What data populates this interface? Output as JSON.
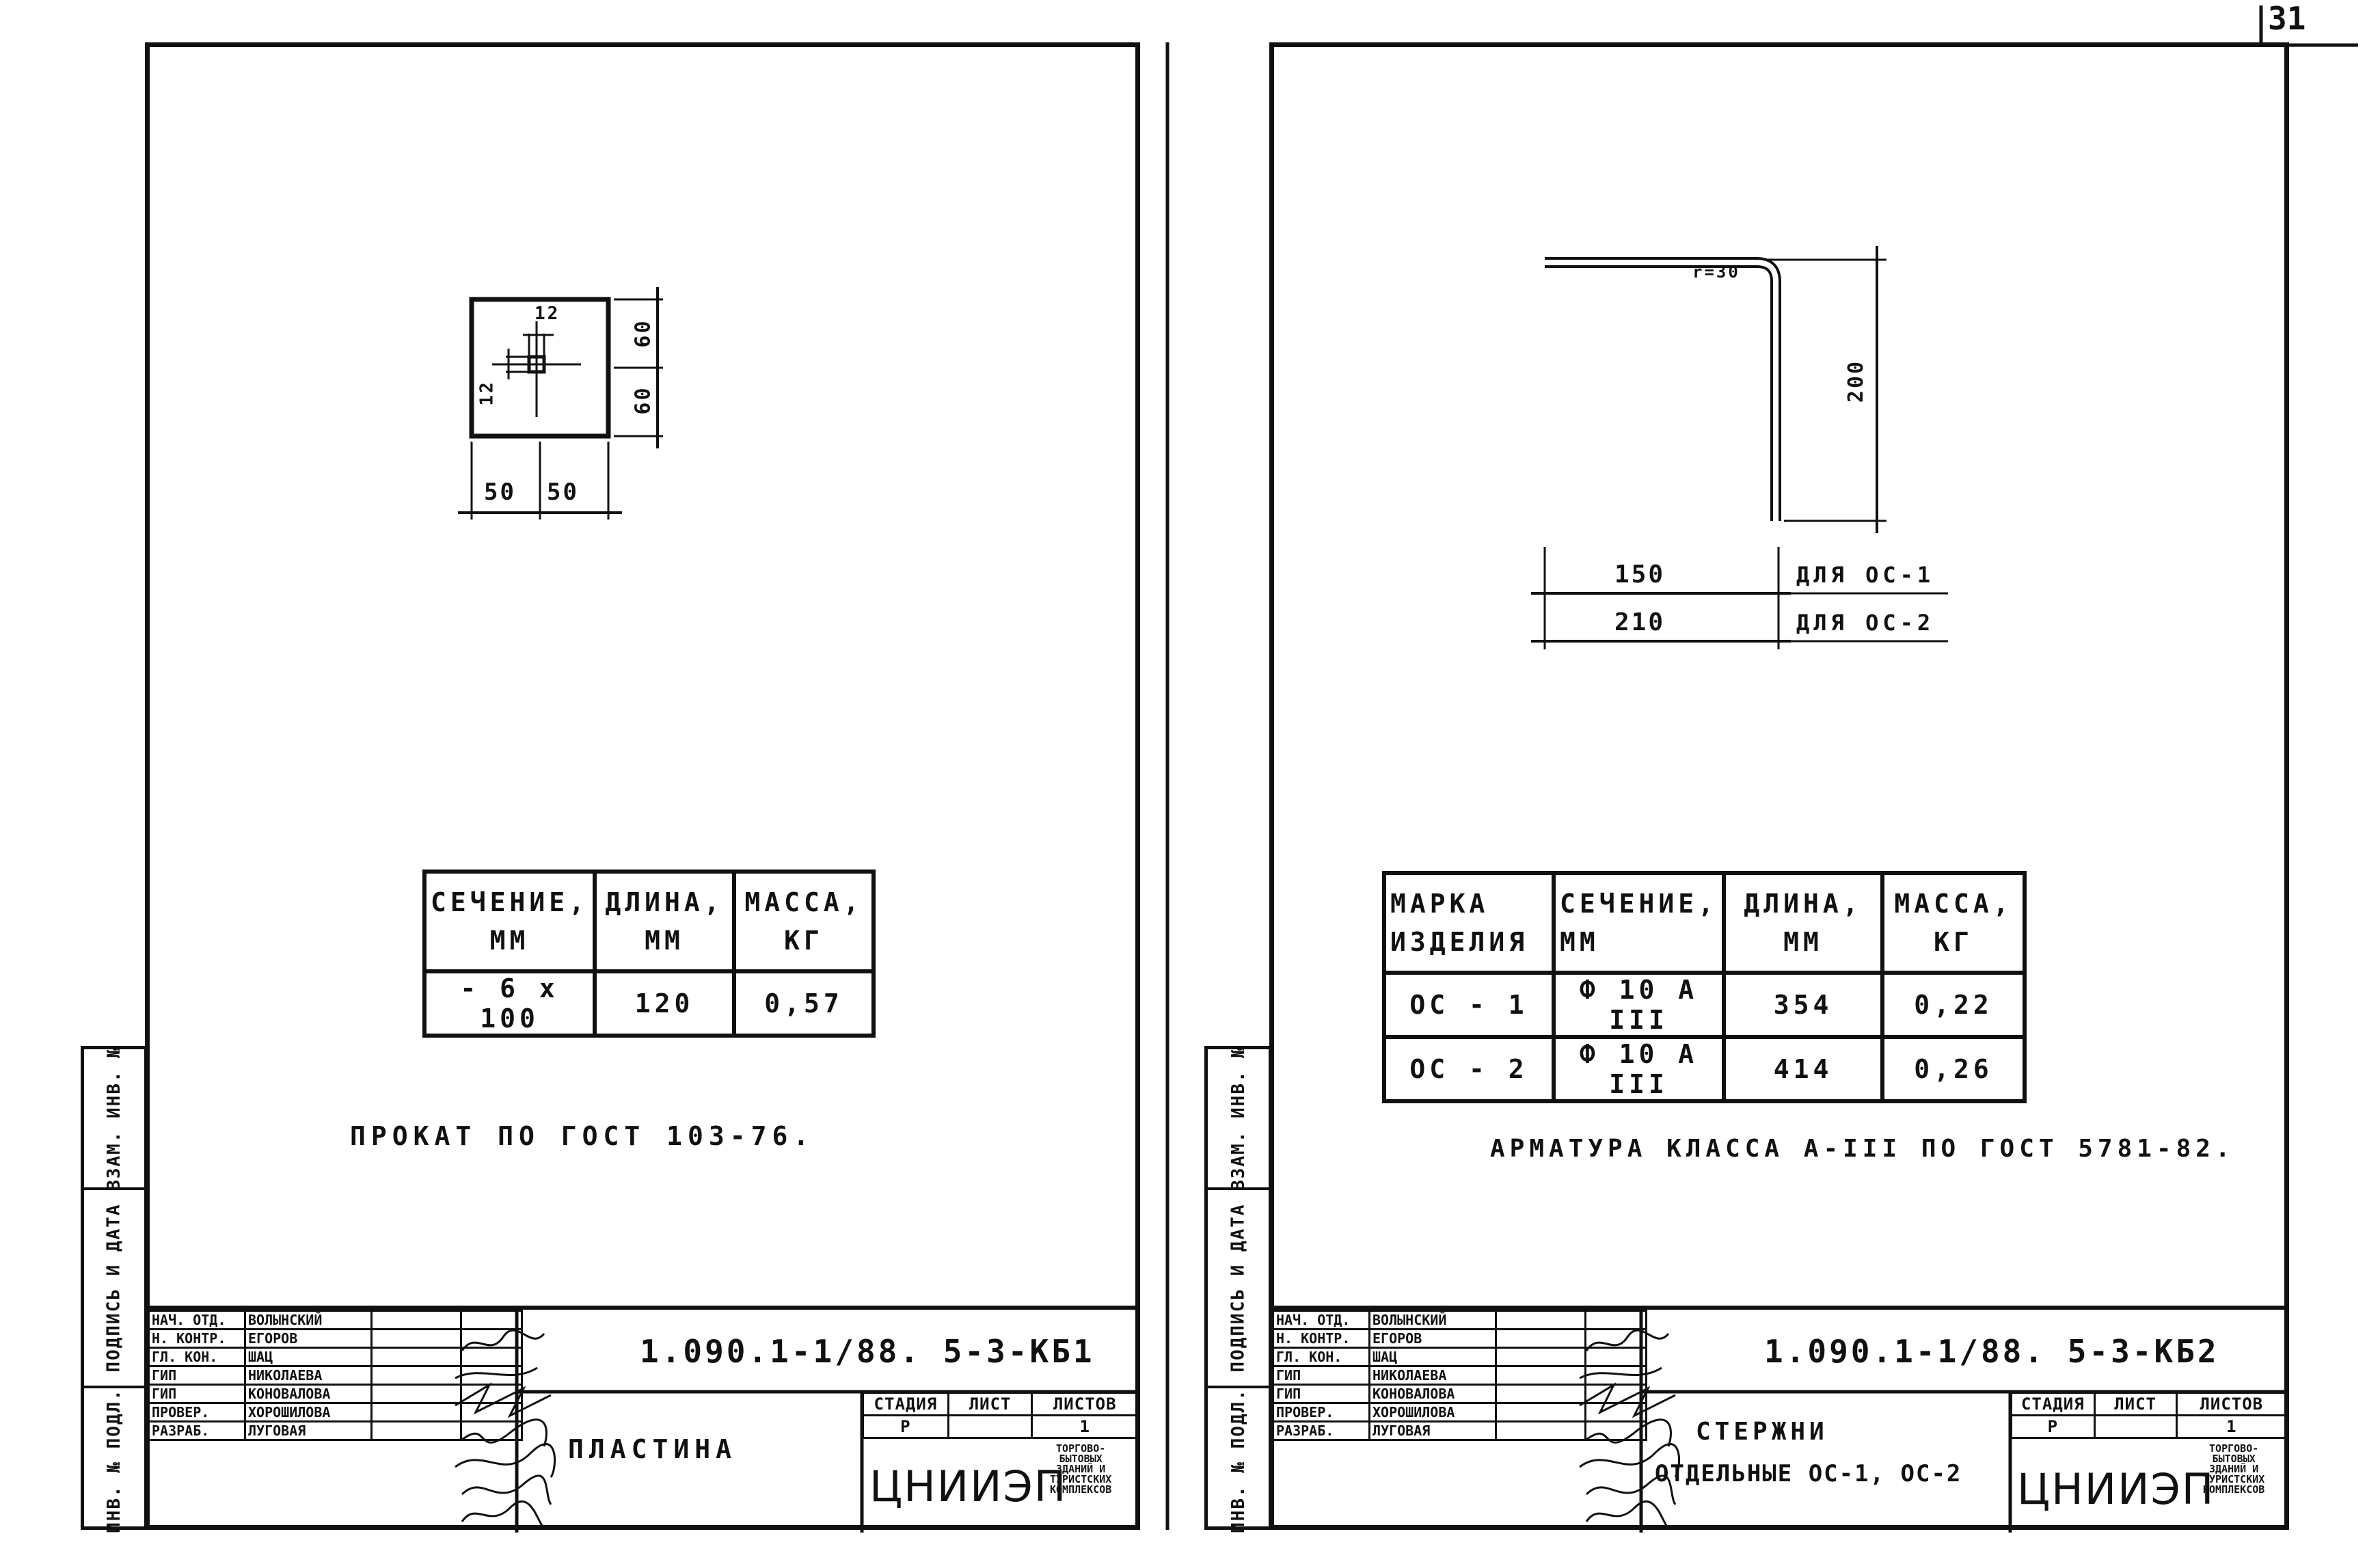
{
  "page_number": "31",
  "left_sheet": {
    "sidebar": [
      "ИНВ. № ПОДЛ.",
      "ПОДПИСЬ И ДАТА",
      "ВЗАМ. ИНВ. №"
    ],
    "drawing": {
      "dim_12_top": "12",
      "dim_12_left": "12",
      "dim_60_top": "60",
      "dim_60_bottom": "60",
      "dim_50_left": "50",
      "dim_50_right": "50"
    },
    "table": {
      "headers": [
        "СЕЧЕНИЕ, ММ",
        "ДЛИНА, ММ",
        "МАССА, КГ"
      ],
      "header_line1": [
        "СЕЧЕНИЕ,",
        "ДЛИНА,",
        "МАССА,"
      ],
      "header_line2": [
        "ММ",
        "ММ",
        "КГ"
      ],
      "row": [
        "- 6 х 100",
        "120",
        "0,57"
      ]
    },
    "note": "ПРОКАТ ПО ГОСТ 103-76.",
    "title_block": {
      "code": "1.090.1-1/88. 5-3-КБ1",
      "title": "ПЛАСТИНА",
      "roles": [
        "НАЧ. ОТД.",
        "Н. КОНТР.",
        "ГЛ. КОН.",
        "ГИП",
        "ГИП",
        "ПРОВЕР.",
        "РАЗРАБ."
      ],
      "names": [
        "ВОЛЫНСКИЙ",
        "ЕГОРОВ",
        "ШАЦ",
        "НИКОЛАЕВА",
        "КОНОВАЛОВА",
        "ХОРОШИЛОВА",
        "ЛУГОВАЯ"
      ],
      "stage_label": "СТАДИЯ",
      "sheet_label": "ЛИСТ",
      "sheets_label": "ЛИСТОВ",
      "stage": "Р",
      "sheets": "1",
      "org": "ЦНИИЭП",
      "org_note": "ТОРГОВО-\nБЫТОВЫХ\nЗДАНИЙ И\nТУРИСТСКИХ\nКОМПЛЕКСОВ"
    }
  },
  "right_sheet": {
    "sidebar": [
      "ИНВ. № ПОДЛ.",
      "ПОДПИСЬ И ДАТА",
      "ВЗАМ. ИНВ. №"
    ],
    "drawing": {
      "radius": "r=30",
      "height": "200",
      "len_1": "150",
      "len_2": "210",
      "for_1": "ДЛЯ ОС-1",
      "for_2": "ДЛЯ ОС-2"
    },
    "table": {
      "header_line1": [
        "МАРКА",
        "СЕЧЕНИЕ,",
        "ДЛИНА,",
        "МАССА,"
      ],
      "header_line2": [
        "ИЗДЕЛИЯ",
        "ММ",
        "ММ",
        "КГ"
      ],
      "rows": [
        [
          "ОС - 1",
          "Ф 10 А III",
          "354",
          "0,22"
        ],
        [
          "ОС - 2",
          "Ф 10 А III",
          "414",
          "0,26"
        ]
      ]
    },
    "note": "АРМАТУРА КЛАССА А-III ПО ГОСТ 5781-82.",
    "title_block": {
      "code": "1.090.1-1/88. 5-3-КБ2",
      "title_line1": "СТЕРЖНИ",
      "title_line2": "ОТДЕЛЬНЫЕ ОС-1, ОС-2",
      "roles": [
        "НАЧ. ОТД.",
        "Н. КОНТР.",
        "ГЛ. КОН.",
        "ГИП",
        "ГИП",
        "ПРОВЕР.",
        "РАЗРАБ."
      ],
      "names": [
        "ВОЛЫНСКИЙ",
        "ЕГОРОВ",
        "ШАЦ",
        "НИКОЛАЕВА",
        "КОНОВАЛОВА",
        "ХОРОШИЛОВА",
        "ЛУГОВАЯ"
      ],
      "stage_label": "СТАДИЯ",
      "sheet_label": "ЛИСТ",
      "sheets_label": "ЛИСТОВ",
      "stage": "Р",
      "sheets": "1",
      "org": "ЦНИИЭП",
      "org_note": "ТОРГОВО-\nБЫТОВЫХ\nЗДАНИЙ И\nТУРИСТСКИХ\nКОМПЛЕКСОВ"
    }
  }
}
